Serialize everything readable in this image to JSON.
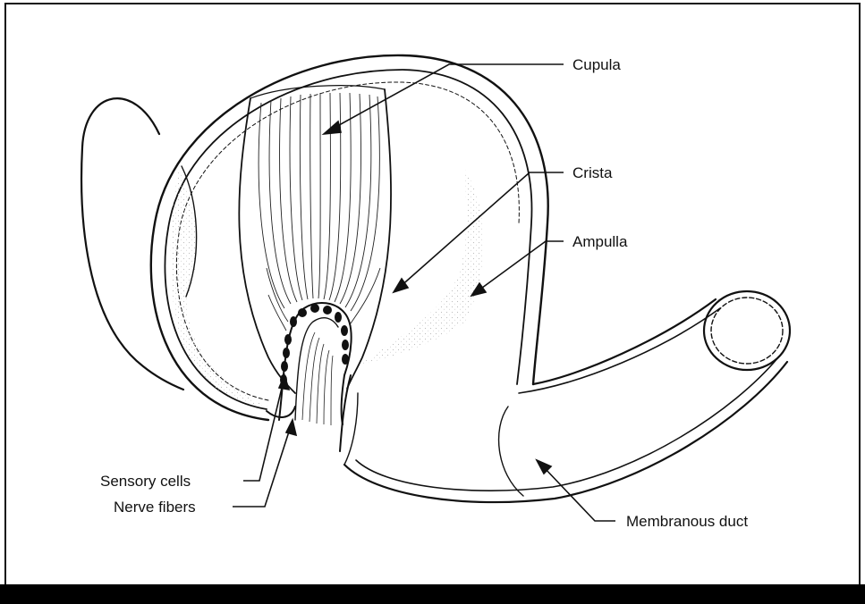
{
  "diagram": {
    "labels": {
      "cupula": "Cupula",
      "crista": "Crista",
      "ampulla": "Ampulla",
      "sensory_cells": "Sensory cells",
      "nerve_fibers": "Nerve fibers",
      "membranous_duct": "Membranous duct"
    }
  },
  "colors": {
    "ink": "#111111",
    "background": "#ffffff",
    "stipple": "#cfcfcf",
    "bottom_bar": "#000000"
  }
}
